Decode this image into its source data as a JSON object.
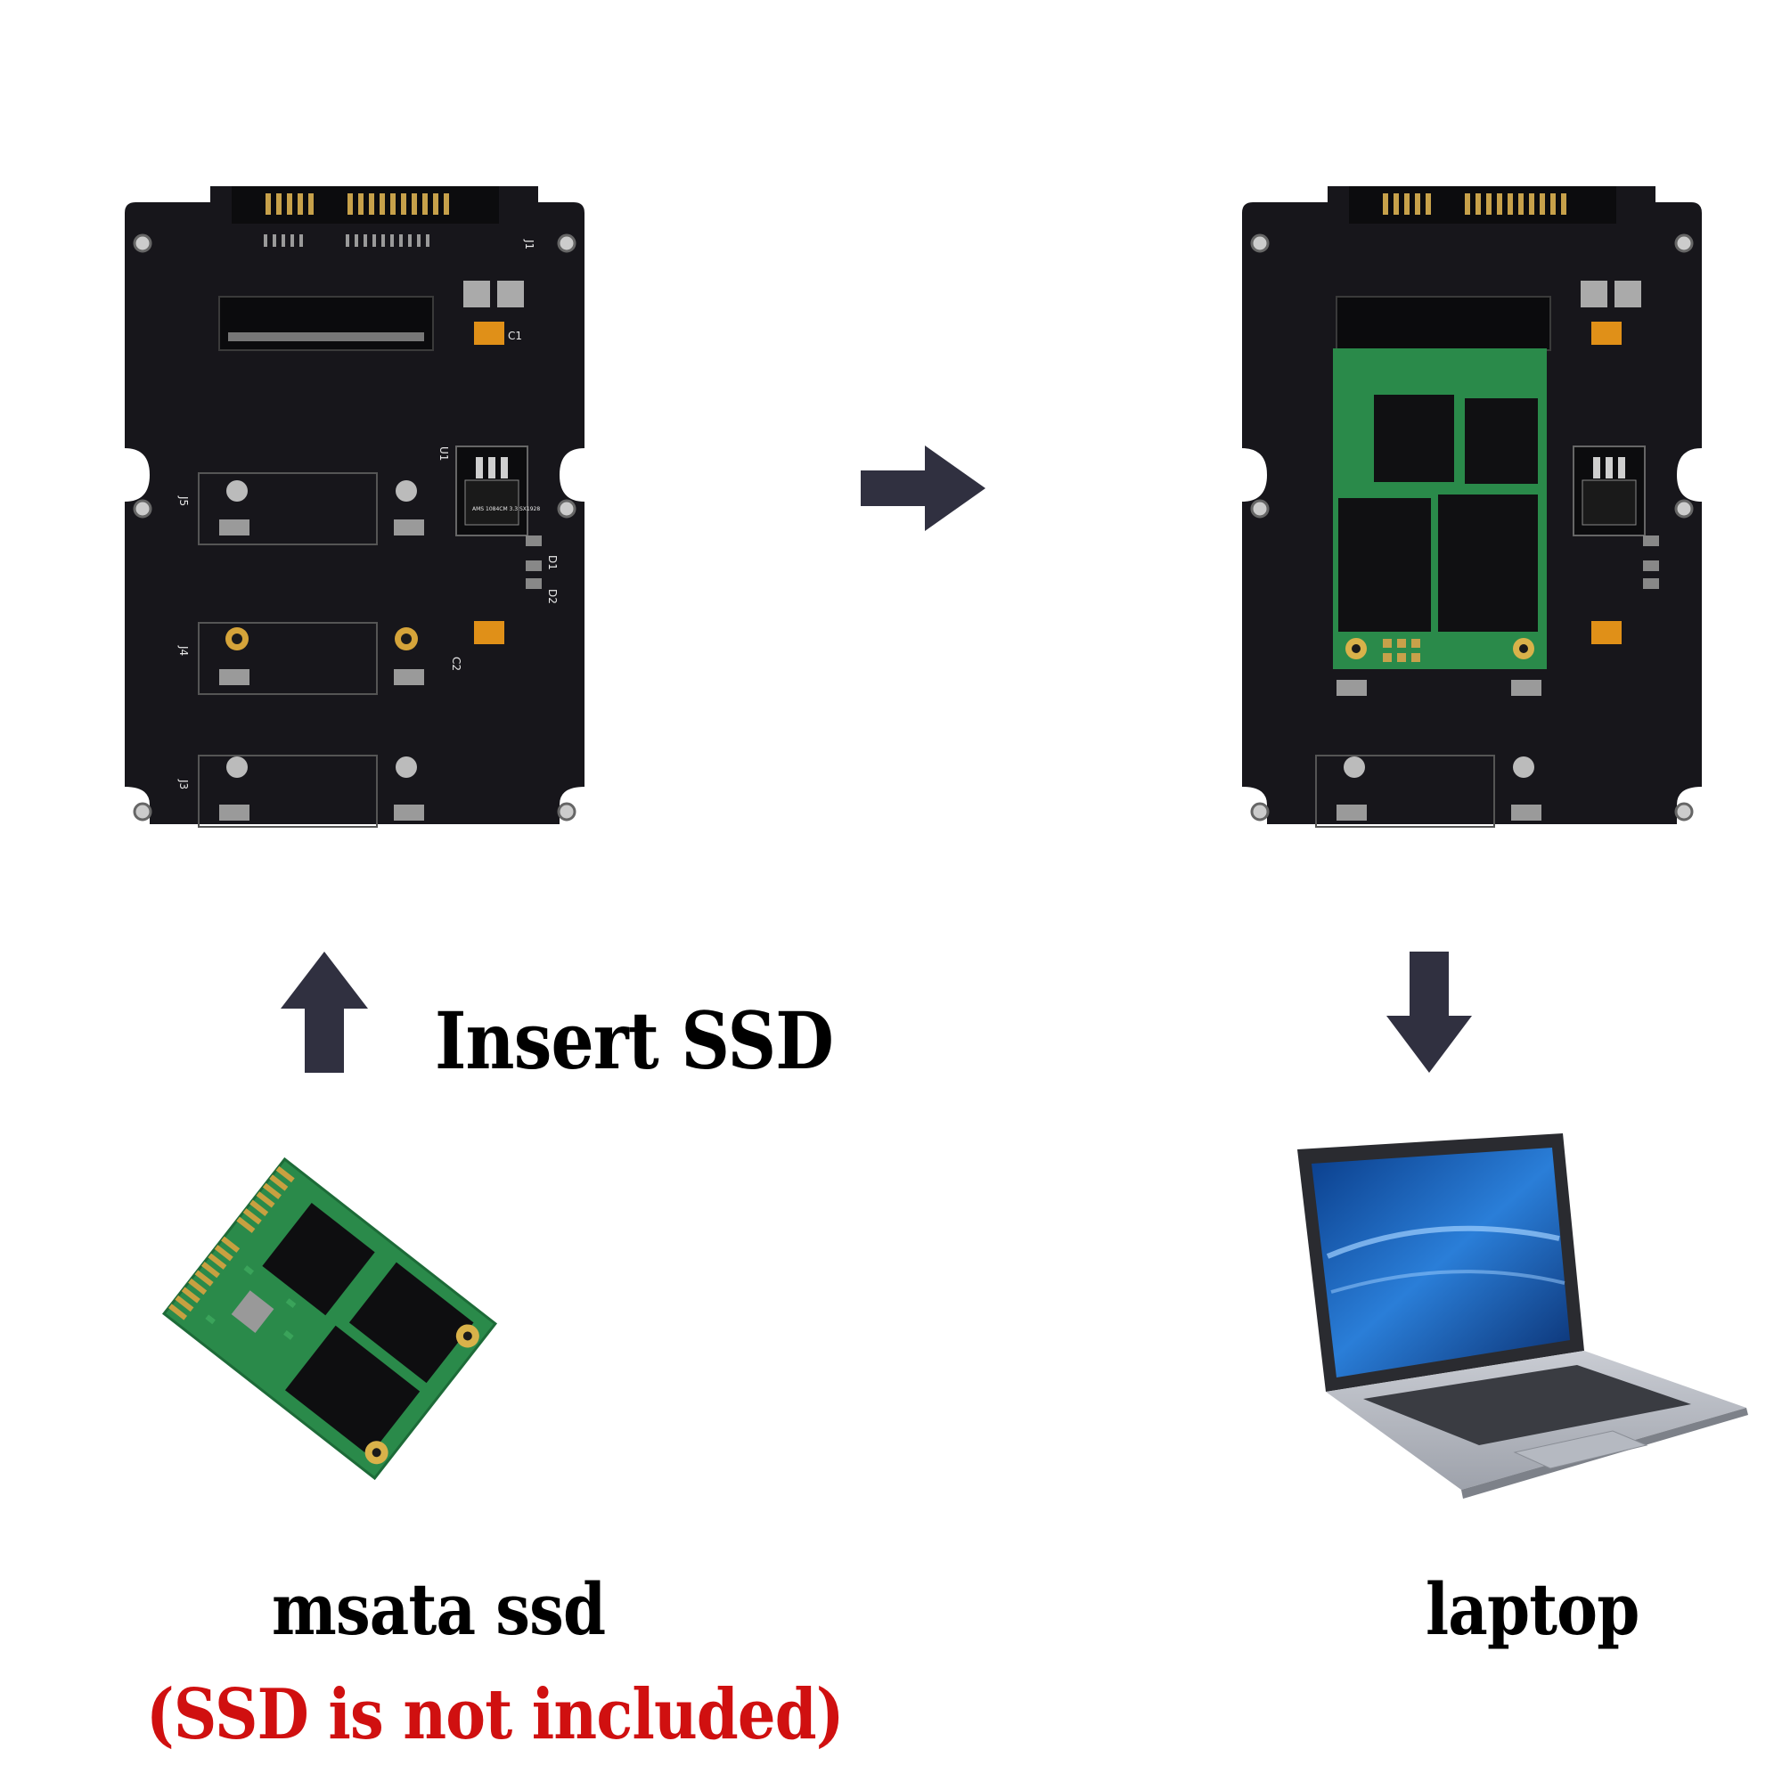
{
  "labels": {
    "insert": "Insert SSD",
    "msata": "msata ssd",
    "not_included": "(SSD is not included)",
    "laptop": "laptop"
  },
  "board_silkscreen": {
    "j1": "J1",
    "j3": "J3",
    "j4": "J4",
    "j5": "J5",
    "u1": "U1",
    "d1": "D1",
    "d2": "D2",
    "c1": "C1",
    "c2": "C2",
    "reg_chip": "AMS 1084CM 3.3 SX1928"
  },
  "colors": {
    "board": "#17161b",
    "arrow": "#303040",
    "ssd_pcb": "#2a8a4a",
    "gold": "#c8a040",
    "accent_red": "#d01010"
  }
}
